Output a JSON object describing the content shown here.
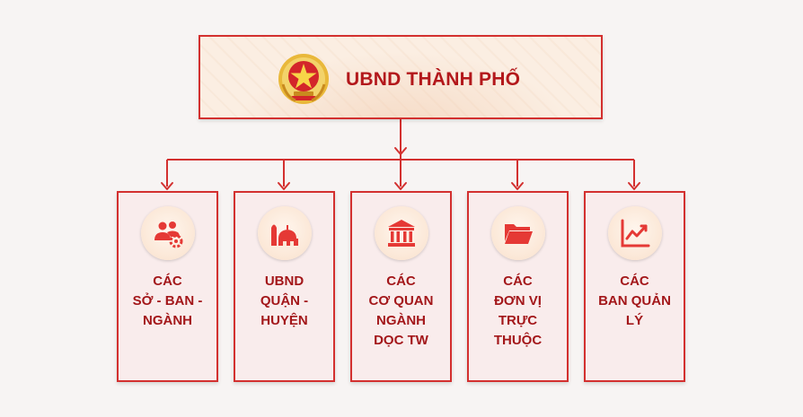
{
  "root": {
    "title": "UBND THÀNH PHỐ",
    "emblem_icon": "national-emblem-icon"
  },
  "units": [
    {
      "icon": "people-gear-icon",
      "lines": [
        "CÁC",
        "SỞ - BAN -",
        "NGÀNH"
      ]
    },
    {
      "icon": "mosque-building-icon",
      "lines": [
        "UBND",
        "QUẬN -",
        "HUYỆN"
      ]
    },
    {
      "icon": "government-building-icon",
      "lines": [
        "CÁC",
        "CƠ QUAN",
        "NGÀNH",
        "DỌC TW"
      ]
    },
    {
      "icon": "folder-open-icon",
      "lines": [
        "CÁC",
        "ĐƠN VỊ",
        "TRỰC",
        "THUỘC"
      ]
    },
    {
      "icon": "line-chart-icon",
      "lines": [
        "CÁC",
        "BAN QUẢN",
        "LÝ"
      ]
    }
  ],
  "colors": {
    "accent": "#d3302f",
    "text": "#a3171a",
    "background": "#f7f4f3"
  }
}
